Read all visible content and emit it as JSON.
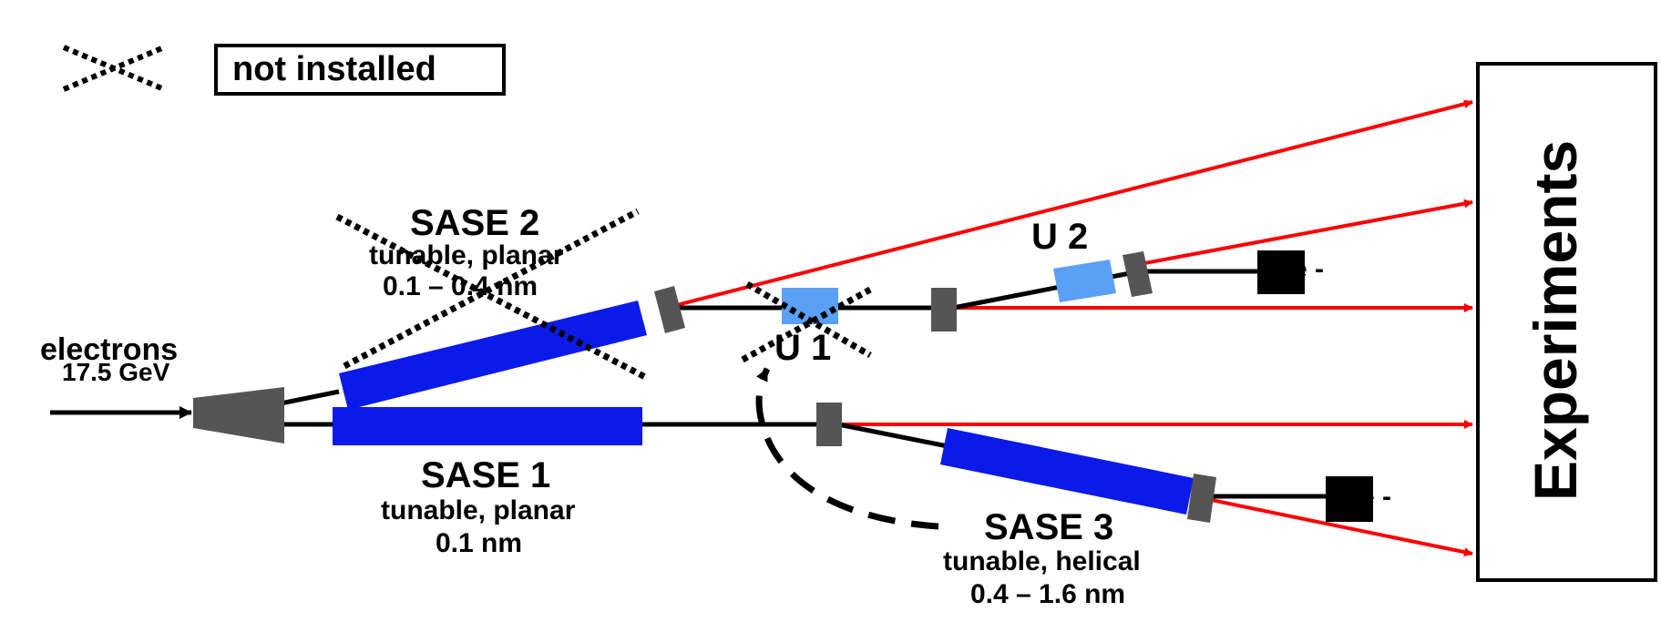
{
  "legend": {
    "label": "not installed"
  },
  "electrons": {
    "title": "electrons",
    "energy": "17.5 GeV"
  },
  "sase1": {
    "name": "SASE 1",
    "type": "tunable, planar",
    "wavelength": "0.1 nm"
  },
  "sase2": {
    "name": "SASE 2",
    "type": "tunable, planar",
    "wavelength": "0.1 – 0.4 nm"
  },
  "sase3": {
    "name": "SASE 3",
    "type": "tunable, helical",
    "wavelength": "0.4 – 1.6 nm"
  },
  "u1": {
    "label": "U 1"
  },
  "u2": {
    "label": "U 2"
  },
  "dump": {
    "label": "e -"
  },
  "experiments": {
    "label": "Experiments"
  },
  "colors": {
    "undulator": "#0a1ae8",
    "small_undulator": "#5aa0f5",
    "photon_beam": "#ff0000",
    "electron_beam": "#000000",
    "magnet": "#555555"
  }
}
